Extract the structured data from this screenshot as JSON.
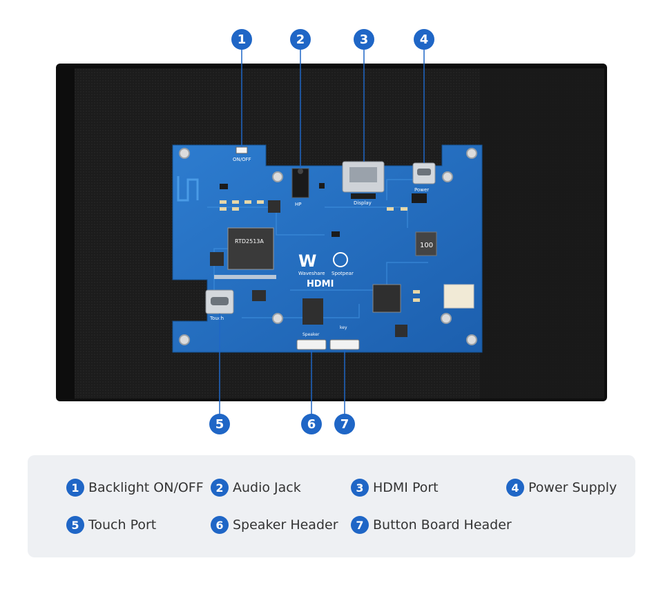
{
  "accent_color": "#1f66c6",
  "callouts": [
    {
      "number": "1",
      "label": "Backlight ON/OFF"
    },
    {
      "number": "2",
      "label": "Audio Jack"
    },
    {
      "number": "3",
      "label": "HDMI Port"
    },
    {
      "number": "4",
      "label": "Power Supply"
    },
    {
      "number": "5",
      "label": "Touch Port"
    },
    {
      "number": "6",
      "label": "Speaker Header"
    },
    {
      "number": "7",
      "label": "Button Board Header"
    }
  ],
  "board_silkscreen": {
    "backlight": "ON/OFF",
    "audio": "HP",
    "hdmi": "Display",
    "power": "Power",
    "touch": "Touch",
    "speaker": "Speaker",
    "key": "key",
    "brand_waveshare": "Waveshare",
    "brand_spotpear": "Spotpear",
    "hdmi_logo": "HDMI",
    "chip_main": "RTD2513A",
    "inductor": "100"
  }
}
